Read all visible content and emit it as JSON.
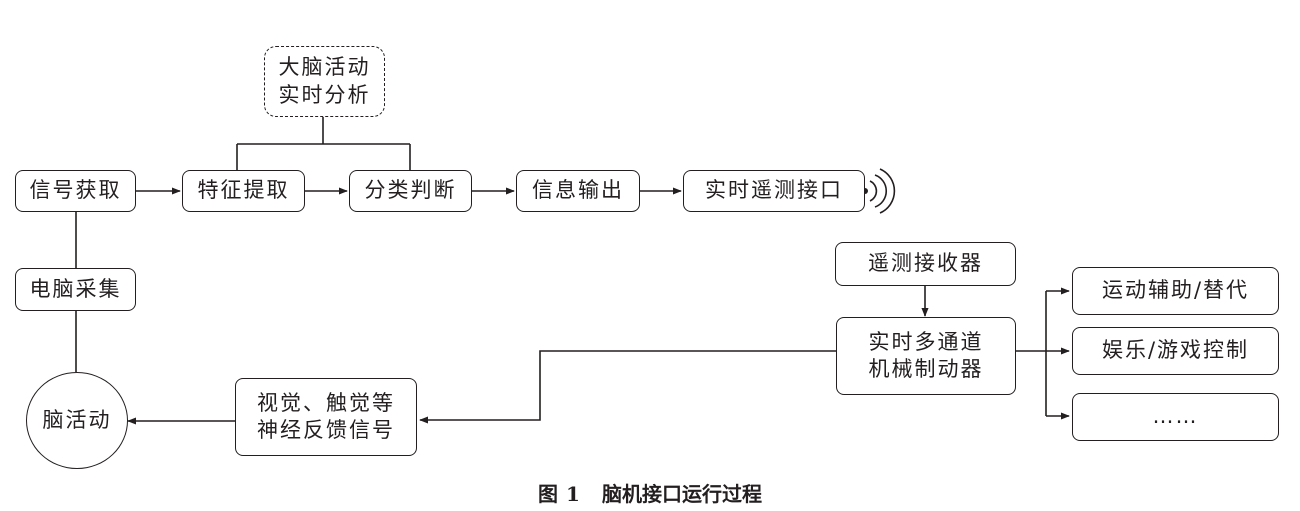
{
  "nodes": {
    "brain_analysis": [
      "大脑活动",
      "实时分析"
    ],
    "signal_acquire": "信号获取",
    "feature_extract": "特征提取",
    "classify": "分类判断",
    "info_output": "信息输出",
    "telemetry_interface": "实时遥测接口",
    "eeg_collect": "电脑采集",
    "brain_activity": "脑活动",
    "feedback": [
      "视觉、触觉等",
      "神经反馈信号"
    ],
    "telemetry_receiver": "遥测接收器",
    "actuator": [
      "实时多通道",
      "机械制动器"
    ],
    "motion_assist": "运动辅助/替代",
    "entertainment": "娱乐/游戏控制",
    "ellipsis": "……"
  },
  "caption": {
    "prefix": "图",
    "number": "1",
    "title": "脑机接口运行过程"
  },
  "colors": {
    "stroke": "#231f20",
    "background": "#ffffff"
  },
  "icons": {
    "signal_waves": "wireless-waves-icon"
  }
}
